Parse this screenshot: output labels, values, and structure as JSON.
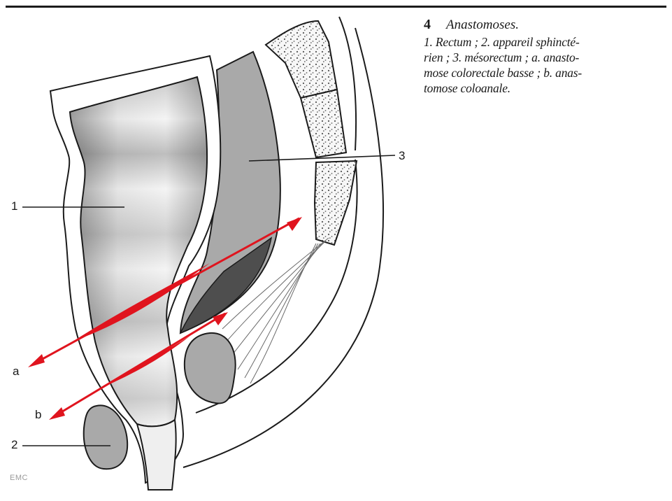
{
  "caption": {
    "number": "4",
    "title": "Anastomoses.",
    "lines": [
      "1. Rectum ; 2. appareil sphincté-",
      "rien ; 3. mésorectum ; a. anasto-",
      "mose colorectale basse ; b. anas-",
      "tomose coloanale."
    ]
  },
  "figure": {
    "labels": {
      "rectum": "1",
      "sphincter": "2",
      "mesorectum": "3",
      "anastomosis_a": "a",
      "anastomosis_b": "b"
    },
    "logo": "EMC",
    "colors": {
      "arrow": "#e0141e",
      "tissue": "#a8a8a8",
      "dark_tissue": "#4e4e4e",
      "outline": "#1b1b1b"
    }
  }
}
